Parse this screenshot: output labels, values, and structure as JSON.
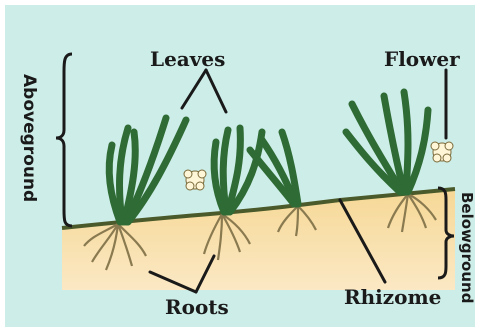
{
  "diagram": {
    "labels": {
      "leaves": "Leaves",
      "flower": "Flower",
      "aboveground": "Aboveground",
      "belowground": "Belowground",
      "roots": "Roots",
      "rhizome": "Rhizome"
    },
    "colors": {
      "water": "#cdeee8",
      "sediment": "#f6dba0",
      "plant": "#2f6b35",
      "plant_dark": "#1f4a24",
      "rhizome": "#4a5a2a",
      "roots": "#c8b48a",
      "flower": "#fff6d8",
      "ink": "#1a1a1a"
    }
  }
}
